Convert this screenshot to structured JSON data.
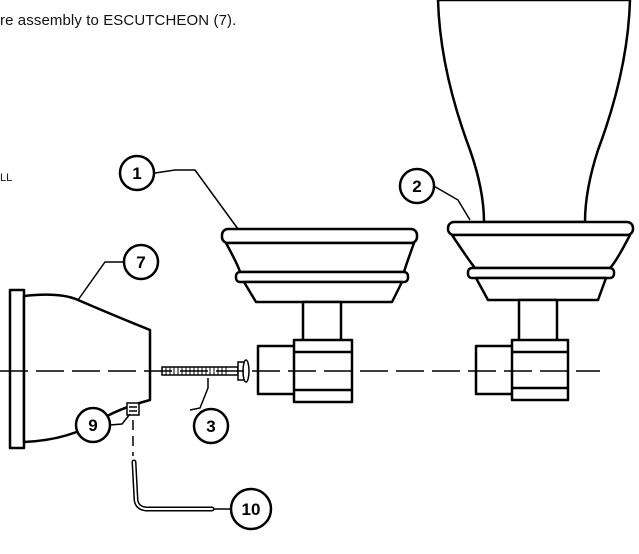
{
  "instruction": "re assembly to ESCUTCHEON (7).",
  "side_label": "LL",
  "callouts": [
    {
      "id": "callout-1",
      "label": "1"
    },
    {
      "id": "callout-2",
      "label": "2"
    },
    {
      "id": "callout-3",
      "label": "3"
    },
    {
      "id": "callout-7",
      "label": "7"
    },
    {
      "id": "callout-9",
      "label": "9"
    },
    {
      "id": "callout-10",
      "label": "10"
    }
  ]
}
